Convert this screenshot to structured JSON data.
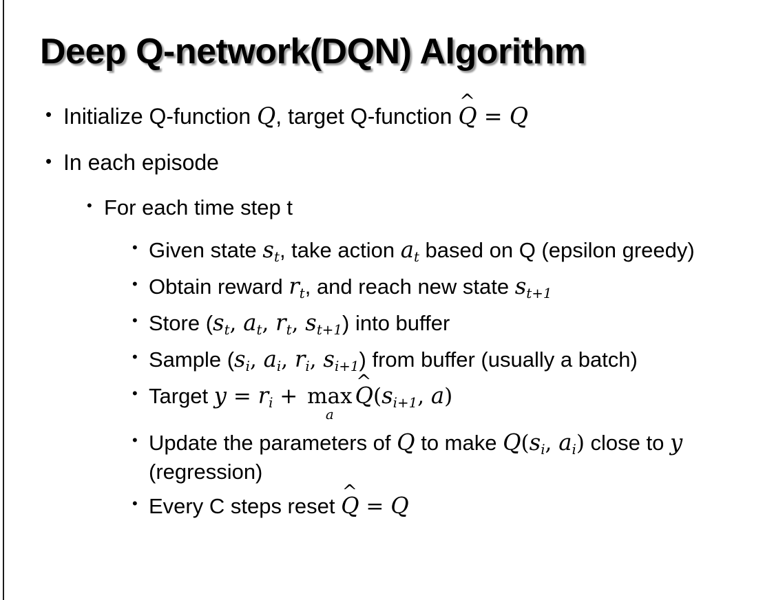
{
  "slide": {
    "title": "Deep Q-network(DQN) Algorithm",
    "background_color": "#ffffff",
    "text_color": "#000000",
    "edge_rule_color": "#1a1a1a"
  },
  "bullets": {
    "b1": {
      "level": 1,
      "marker": "•",
      "text_parts": [
        "Initialize Q-function ",
        "Q",
        ", target Q-function ",
        "Q",
        " = ",
        "Q"
      ],
      "plain": "Initialize Q-function Q, target Q-function Q̂ = Q",
      "seg": {
        "s1": "Initialize Q-function ",
        "m1": "Q",
        "s2": ", target Q-function ",
        "m2": "Q",
        "hat": "^",
        "s3": " = ",
        "m3": "Q"
      }
    },
    "b2": {
      "level": 1,
      "marker": "•",
      "plain": "In each episode"
    },
    "b3": {
      "level": 2,
      "marker": "•",
      "plain": "For each time step t"
    },
    "b4": {
      "level": 3,
      "marker": "•",
      "plain": "Given state s_t, take action a_t based on Q (epsilon greedy)",
      "seg": {
        "s1": "Given state ",
        "m1": "s",
        "sub1": "t",
        "s2": ", take action ",
        "m2": "a",
        "sub2": "t",
        "s3": " based on Q (epsilon greedy)"
      }
    },
    "b5": {
      "level": 3,
      "marker": "•",
      "plain": "Obtain reward r_t, and reach new state s_{t+1}",
      "seg": {
        "s1": "Obtain reward ",
        "m1": "r",
        "sub1": "t",
        "s2": ", and reach new state ",
        "m2": "s",
        "sub2": "t+1"
      }
    },
    "b6": {
      "level": 3,
      "marker": "•",
      "plain": "Store (s_t, a_t, r_t, s_{t+1}) into buffer",
      "seg": {
        "s1": "Store (",
        "m1": "s",
        "sub1": "t",
        "c1": ", ",
        "m2": "a",
        "sub2": "t",
        "c2": ", ",
        "m3": "r",
        "sub3": "t",
        "c3": ", ",
        "m4": "s",
        "sub4": "t+1",
        "s2": ") into buffer"
      }
    },
    "b7": {
      "level": 3,
      "marker": "•",
      "plain": "Sample (s_i, a_i, r_i, s_{i+1}) from buffer (usually a batch)",
      "seg": {
        "s1": "Sample (",
        "m1": "s",
        "sub1": "i",
        "c1": ", ",
        "m2": "a",
        "sub2": "i",
        "c2": ", ",
        "m3": "r",
        "sub3": "i",
        "c3": ", ",
        "m4": "s",
        "sub4": "i+1",
        "s2": ") from buffer (usually a batch)"
      }
    },
    "b8": {
      "level": 3,
      "marker": "•",
      "plain": "Target y = r_i + max_a Q̂(s_{i+1}, a)",
      "seg": {
        "s1": "Target ",
        "m1": "y",
        "eq": " = ",
        "m2": "r",
        "sub2": "i",
        "plus": " + ",
        "op": "max",
        "oplim": "a",
        "m3": "Q",
        "hat": "^",
        "paren_open": "(",
        "m4": "s",
        "sub4": "i+1",
        "c1": ", ",
        "m5": "a",
        "paren_close": ")"
      }
    },
    "b9": {
      "level": 3,
      "marker": "•",
      "plain": "Update the parameters of Q to make Q(s_i, a_i) close to y (regression)",
      "seg": {
        "s1": "Update the parameters of ",
        "m1": "Q",
        "s2": " to make ",
        "m2": "Q",
        "paren_open": "(",
        "m3": "s",
        "sub3": "i",
        "c1": ", ",
        "m4": "a",
        "sub4": "i",
        "paren_close": ")",
        "s3": " close to ",
        "m5": "y",
        "s4": " (regression)"
      }
    },
    "b10": {
      "level": 3,
      "marker": "•",
      "plain": "Every C steps reset Q̂ = Q",
      "seg": {
        "s1": "Every C steps reset ",
        "m1": "Q",
        "hat": "^",
        "eq": " = ",
        "m2": "Q"
      }
    }
  }
}
